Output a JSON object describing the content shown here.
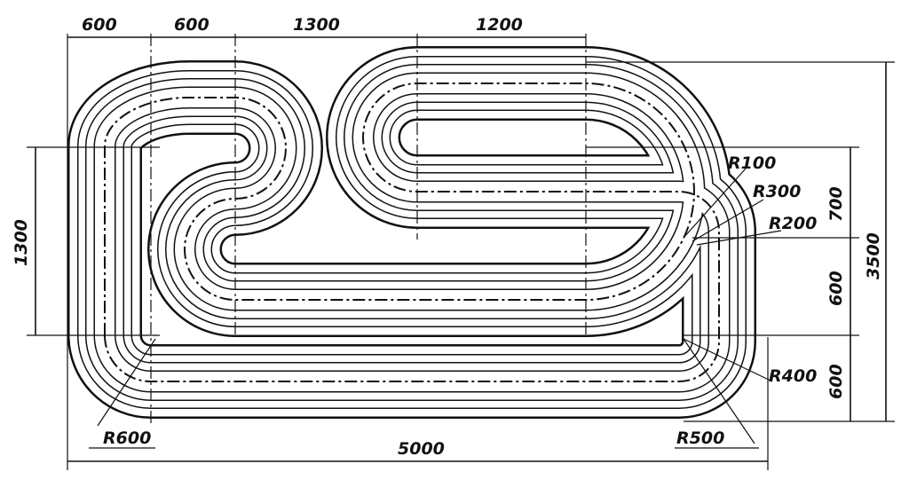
{
  "drawing": {
    "top_dims": [
      "600",
      "600",
      "1300",
      "1200"
    ],
    "bottom_dim": "5000",
    "left_dim": "1300",
    "right_dims": [
      "700",
      "600",
      "600"
    ],
    "overall_height": "3500",
    "radii": [
      "R100",
      "R300",
      "R200",
      "R400",
      "R600",
      "R500"
    ],
    "line_color": "#111111"
  }
}
